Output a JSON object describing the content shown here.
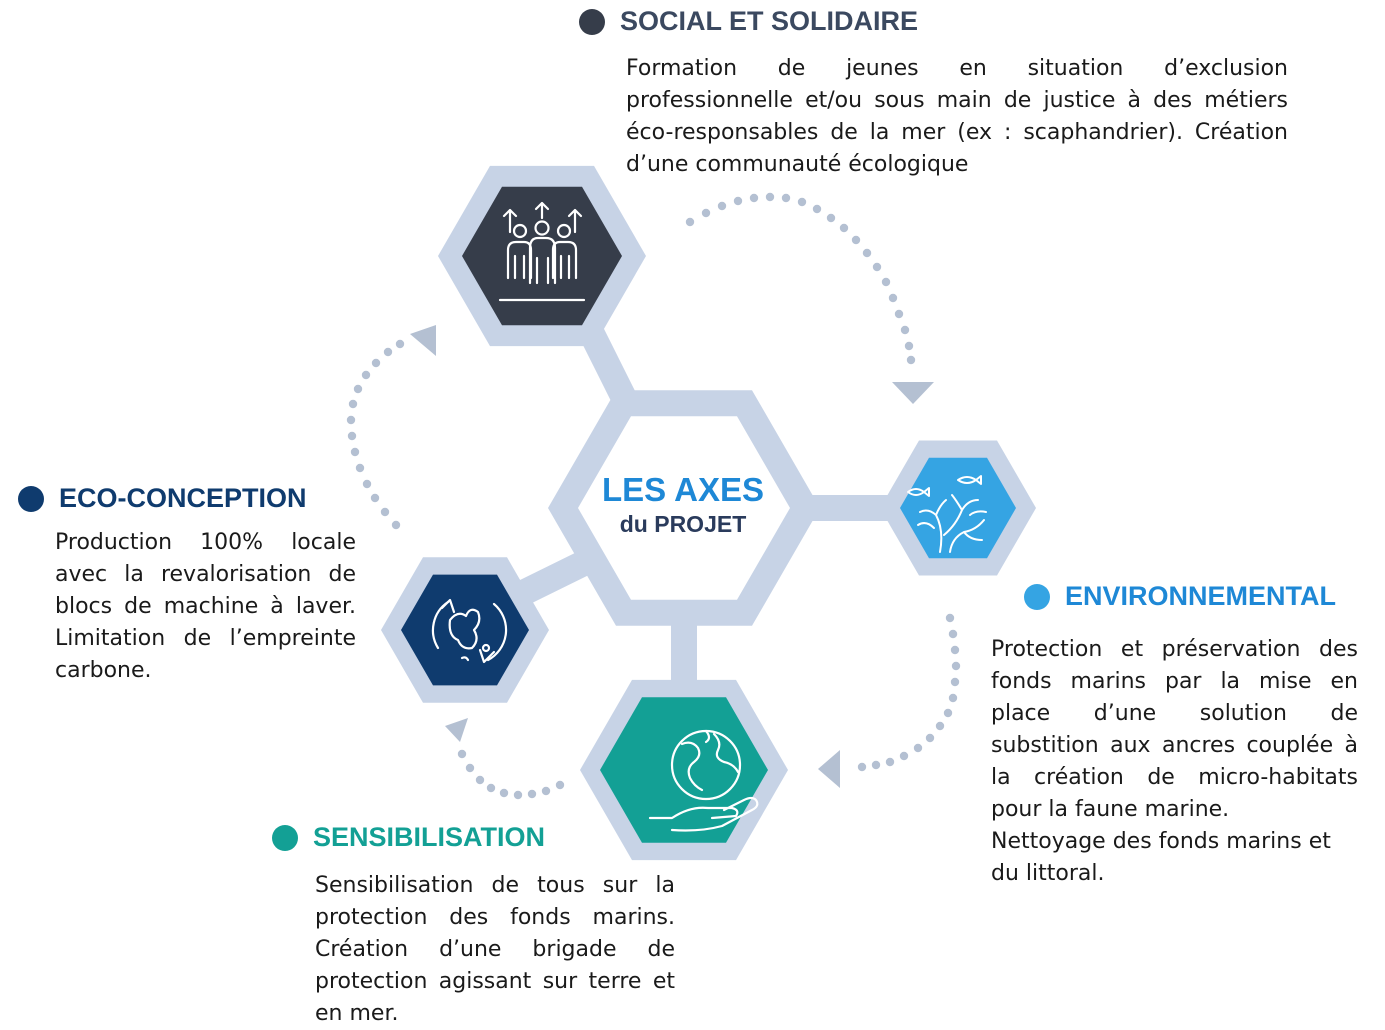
{
  "center": {
    "title": "LES AXES",
    "subtitle": "du PROJET"
  },
  "colors": {
    "connector": "#c7d3e6",
    "social": "#363d4a",
    "social_title": "#3b4960",
    "environnemental": "#35a4e3",
    "sensibilisation": "#13a095",
    "eco_conception": "#0f3b6e",
    "dots": "#b4c0d2",
    "center_title": "#1e88d6",
    "center_subtitle": "#2a3b5c"
  },
  "axes": {
    "social": {
      "title": "SOCIAL ET SOLIDAIRE",
      "icon": "people-growth-icon",
      "paragraphs": [
        "Formation de jeunes en situation d’exclusion professionnelle et/ou sous main de justice à des métiers éco-responsables de la mer (ex : scaphandrier). Création d’une communauté écologique"
      ]
    },
    "environnemental": {
      "title": "ENVIRONNEMENTAL",
      "icon": "coral-fish-icon",
      "paragraphs": [
        "Protection et préservation des fonds marins par la mise en place d’une solution de substition aux ancres couplée à la création de micro-habitats pour la faune marine.",
        "Nettoyage des fonds marins et du littoral."
      ]
    },
    "sensibilisation": {
      "title": "SENSIBILISATION",
      "icon": "globe-hand-icon",
      "paragraphs": [
        "Sensibilisation de tous sur la protection des fonds marins. Création d’une brigade  de protection agissant sur terre et en mer."
      ]
    },
    "eco_conception": {
      "title": "ECO-CONCEPTION",
      "icon": "island-recycle-icon",
      "paragraphs": [
        "Production 100% locale avec la revalorisation de blocs de machine à laver. Limitation de l’empreinte carbone."
      ]
    }
  }
}
